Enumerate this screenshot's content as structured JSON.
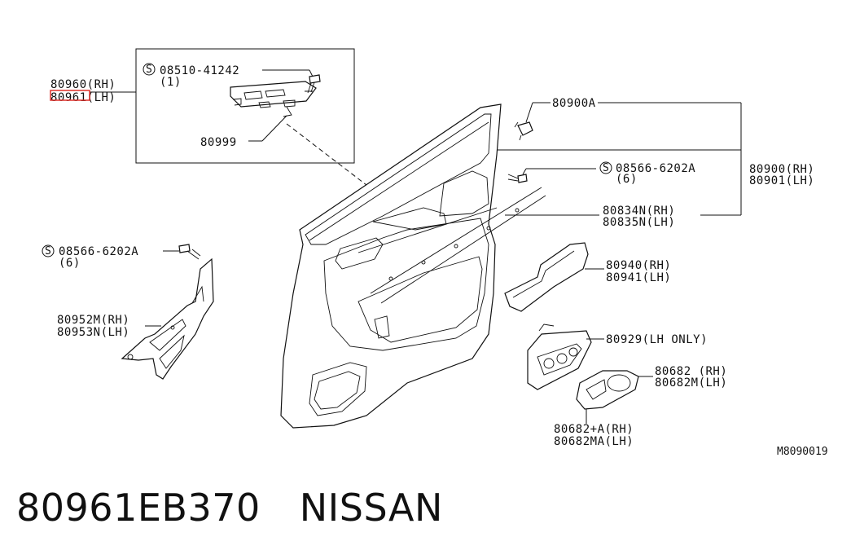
{
  "callouts": {
    "a_80960": "80960(RH)",
    "a_80961": "80961(LH)",
    "s_08510": "08510-41242",
    "q_08510": "(1)",
    "a_80999": "80999",
    "a_80900A": "80900A",
    "s_08566_r": "08566-6202A",
    "q_08566_r": "(6)",
    "a_80900": "80900(RH)",
    "a_80901": "80901(LH)",
    "a_80834N": "80834N(RH)",
    "a_80835N": "80835N(LH)",
    "s_08566_l": "08566-6202A",
    "q_08566_l": "(6)",
    "a_80952M": "80952M(RH)",
    "a_80953N": "80953N(LH)",
    "a_80940": "80940(RH)",
    "a_80941": "80941(LH)",
    "a_80929": "80929(LH ONLY)",
    "a_80682": "80682 (RH)",
    "a_80682M": "80682M(LH)",
    "a_80682A": "80682+A(RH)",
    "a_80682MA": "80682MA(LH)",
    "screw_symbol": "S"
  },
  "diagram_code": "M8090019",
  "caption": {
    "part_number": "80961EB370",
    "brand": "NISSAN"
  },
  "colors": {
    "highlight": "#e0302a",
    "ink": "#111111",
    "background": "#ffffff"
  },
  "highlighted_callout": "80961(LH)"
}
